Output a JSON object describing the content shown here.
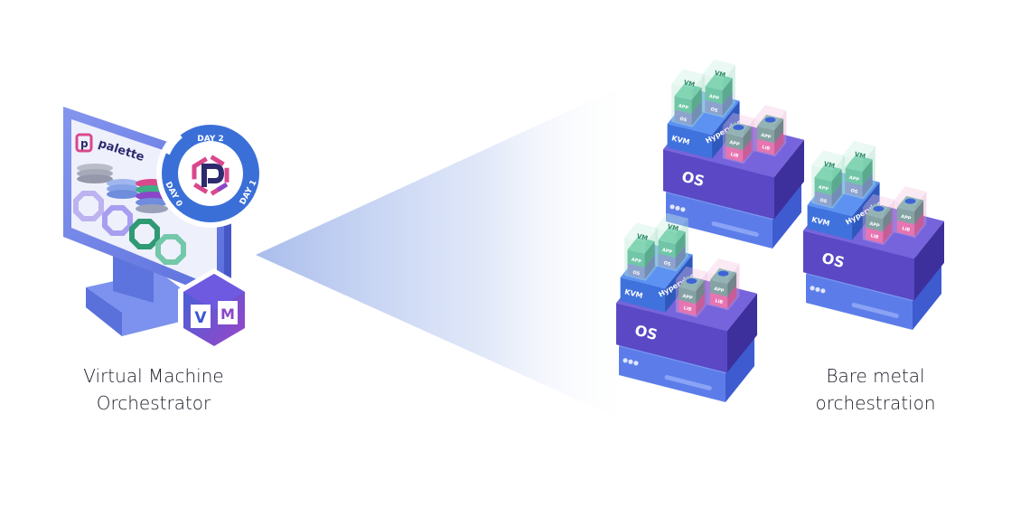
{
  "left": {
    "caption": [
      "Virtual Machine",
      "Orchestrator"
    ],
    "screen_brand": "palette",
    "day_labels": [
      "DAY 2",
      "DAY 1",
      "DAY 0"
    ],
    "vm_badge": [
      "V",
      "M"
    ]
  },
  "right": {
    "caption": [
      "Bare metal",
      "orchestration"
    ],
    "stack_labels": {
      "os": "OS",
      "kvm": "KVM",
      "hypervisor": "Hypervisor",
      "vm": "VM",
      "app": "APP",
      "vm_os": "OS",
      "lib": "LIB"
    },
    "stack_count": 3
  },
  "colors": {
    "monitor_bezel": "#6f82e6",
    "screen": "#eef0fc",
    "day_ring": "#3a6fd8",
    "logo_pink": "#d9488c",
    "logo_navy": "#2d2a6e",
    "logo_purple": "#8b46c9",
    "beam": "#b7c8ee",
    "server": "#6f8ef0",
    "os_layer": "#6a5ad6",
    "hypervisor": "#4f85ea",
    "vm_green": "#3fae86",
    "lib_pink": "#e0559f"
  }
}
